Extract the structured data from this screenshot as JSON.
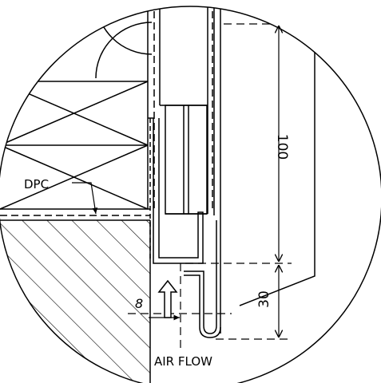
{
  "labels": {
    "dpc": "DPC",
    "dim_upper": "100",
    "dim_lower": "30",
    "gap": "8",
    "air_flow": "AIR FLOW"
  },
  "colors": {
    "line": "#000000",
    "background": "#ffffff"
  }
}
